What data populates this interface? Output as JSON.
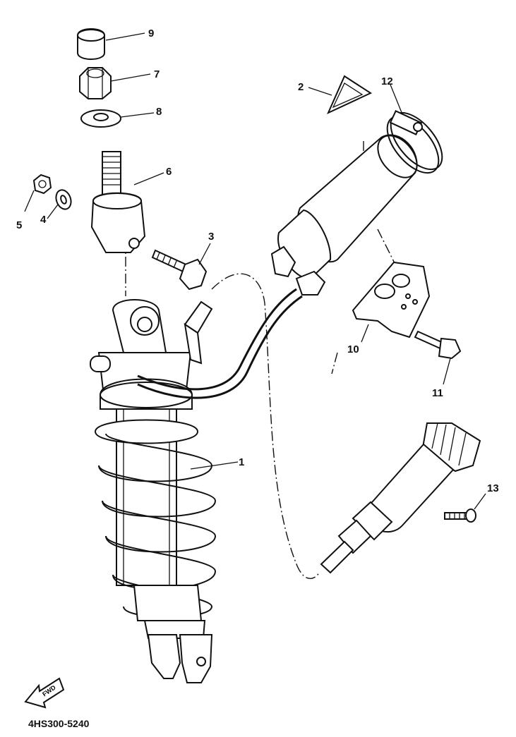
{
  "diagram_code": "4HS300-5240",
  "front_indicator": "FWD",
  "callouts": [
    "1",
    "2",
    "3",
    "4",
    "5",
    "6",
    "7",
    "8",
    "9",
    "10",
    "11",
    "12",
    "13"
  ]
}
